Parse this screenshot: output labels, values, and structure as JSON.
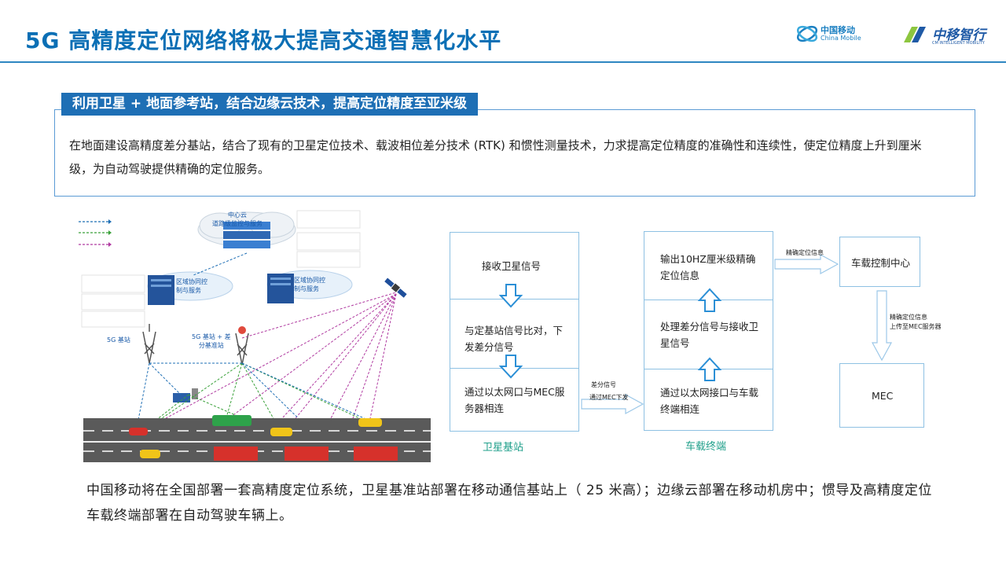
{
  "header": {
    "title": "5G 高精度定位网络将极大提高交通智慧化水平",
    "logo_mobile_cn": "中国移动",
    "logo_mobile_en": "China Mobile",
    "logo_zhiyi_cn": "中移智行",
    "logo_zhiyi_en": "CM INTELLIGENT MOBILITY"
  },
  "section": {
    "subtitle": "利用卫星 + 地面参考站，结合边缘云技术，提高定位精度至亚米级",
    "description": "在地面建设高精度差分基站，结合了现有的卫星定位技术、载波相位差分技术 (RTK) 和惯性测量技术，力求提高定位精度的准确性和连续性，使定位精度上升到厘米级，为自动驾驶提供精确的定位服务。"
  },
  "network_diagram": {
    "center_cloud": "中心云\n道路级监控与服务",
    "edge_cloud_left": "区域协同控\n制与服务",
    "edge_cloud_right": "区域协同控\n制与服务",
    "label_5g_station": "5G 基站",
    "label_5g_ref_station": "5G 基站 + 差\n分基准站",
    "legend_colors": [
      "#1f6fb5",
      "#3aa13a",
      "#b03aa0"
    ]
  },
  "flow": {
    "satellite_station": {
      "step1": "接收卫星信号",
      "step2": "与定基站信号比对，下发差分信号",
      "step3": "通过以太网口与MEC服务器相连",
      "caption": "卫星基站"
    },
    "arrow_mid_label1": "差分信号",
    "arrow_mid_label2": "通过MEC下发",
    "vehicle_terminal": {
      "step1": "输出10HZ厘米级精确定位信息",
      "step2": "处理差分信号与接收卫星信号",
      "step3": "通过以太网接口与车载终端相连",
      "caption": "车载终端"
    },
    "arrow_top_label": "精确定位信息",
    "control_center": "车载控制中心",
    "arrow_down_label1": "精确定位信息",
    "arrow_down_label2": "上传至MEC服务器",
    "mec": "MEC"
  },
  "footer": {
    "text": "中国移动将在全国部署一套高精度定位系统，卫星基准站部署在移动通信基站上（ 25 米高）；边缘云部署在移动机房中；惯导及高精度定位车载终端部署在自动驾驶车辆上。"
  }
}
